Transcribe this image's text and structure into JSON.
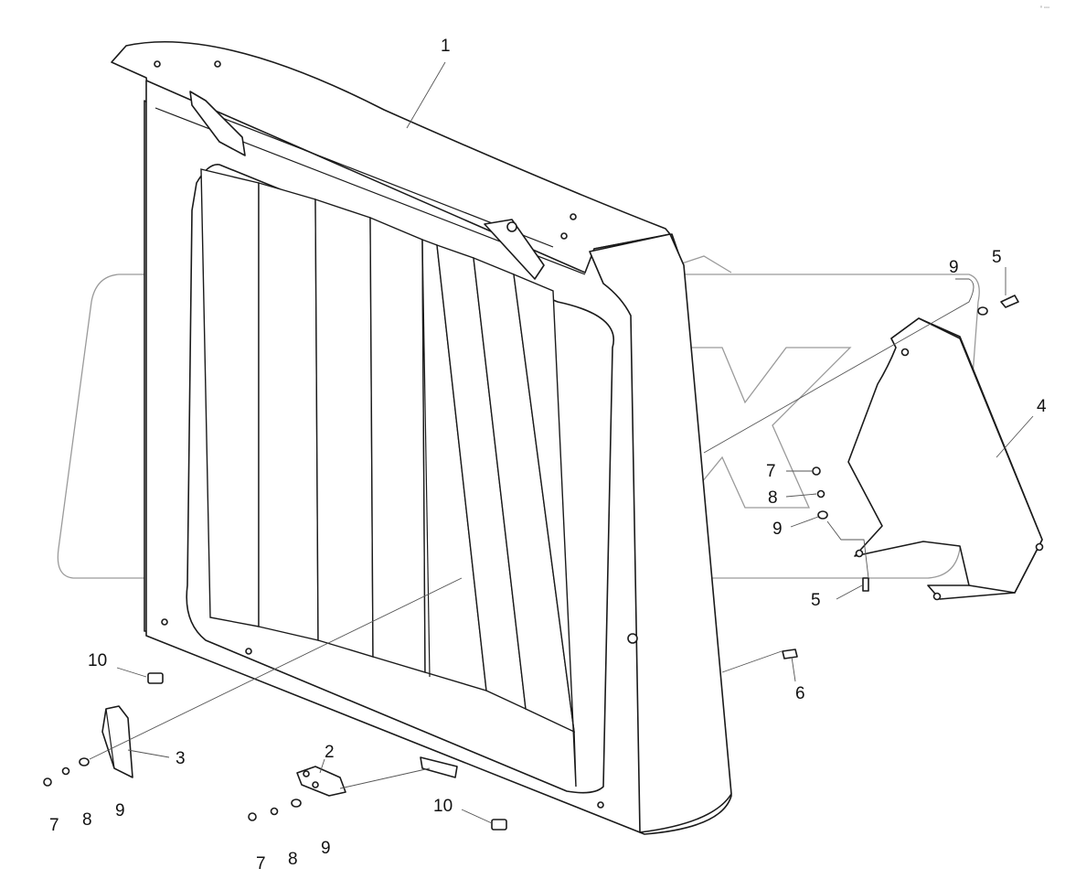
{
  "watermark": "OPEX",
  "corner_mark": "ⁿ ▫▫▫",
  "callouts": [
    {
      "id": "c1",
      "text": "1"
    },
    {
      "id": "c2",
      "text": "2"
    },
    {
      "id": "c3",
      "text": "3"
    },
    {
      "id": "c4",
      "text": "4"
    },
    {
      "id": "c5a",
      "text": "5"
    },
    {
      "id": "c5b",
      "text": "5"
    },
    {
      "id": "c6",
      "text": "6"
    },
    {
      "id": "c7a",
      "text": "7"
    },
    {
      "id": "c7b",
      "text": "7"
    },
    {
      "id": "c7c",
      "text": "7"
    },
    {
      "id": "c8a",
      "text": "8"
    },
    {
      "id": "c8b",
      "text": "8"
    },
    {
      "id": "c8c",
      "text": "8"
    },
    {
      "id": "c9a",
      "text": "9"
    },
    {
      "id": "c9b",
      "text": "9"
    },
    {
      "id": "c9c",
      "text": "9"
    },
    {
      "id": "c9d",
      "text": "9"
    },
    {
      "id": "c10a",
      "text": "10"
    },
    {
      "id": "c10b",
      "text": "10"
    }
  ]
}
